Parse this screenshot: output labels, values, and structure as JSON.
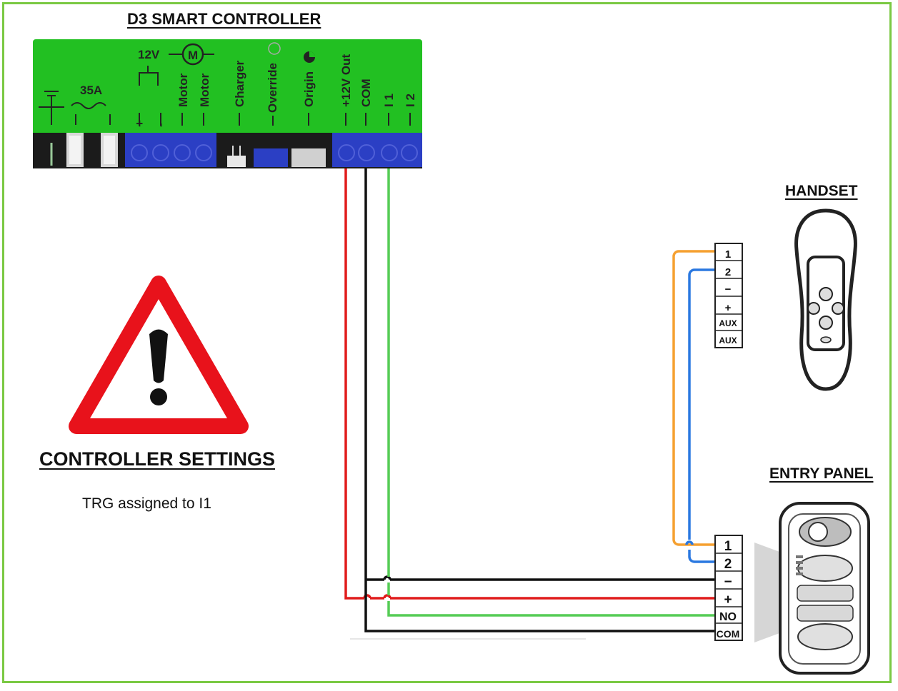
{
  "titles": {
    "controller": "D3 SMART CONTROLLER",
    "handset": "HANDSET",
    "entry_panel": "ENTRY PANEL",
    "settings": "CONTROLLER SETTINGS"
  },
  "settings_note": "TRG assigned to I1",
  "controller_labels": {
    "fuse": "35A",
    "voltage": "12V",
    "motor_symbol": "M",
    "plus": "+",
    "minus": "-",
    "motor_a": "Motor",
    "motor_b": "Motor",
    "charger": "Charger",
    "override": "Override",
    "origin": "Origin",
    "out12v": "+12V Out",
    "com": "COM",
    "i1": "I 1",
    "i2": "I 2"
  },
  "handset_terminals": [
    "1",
    "2",
    "−",
    "+",
    "AUX",
    "AUX"
  ],
  "entry_terminals": [
    "1",
    "2",
    "−",
    "+",
    "NO",
    "COM"
  ],
  "colors": {
    "controller_green": "#22c022",
    "terminal_blue": "#2b3fc4",
    "wire_red": "#e01b1b",
    "wire_black": "#111111",
    "wire_green": "#55cc55",
    "wire_orange": "#f5a030",
    "wire_blue": "#2a78e0",
    "warning_red": "#e8121b",
    "frame_green": "#7ac943"
  },
  "icons": [
    "warning-triangle-icon",
    "motor-icon",
    "fuse-icon",
    "battery-icon",
    "handset-remote-icon",
    "entry-panel-icon"
  ]
}
